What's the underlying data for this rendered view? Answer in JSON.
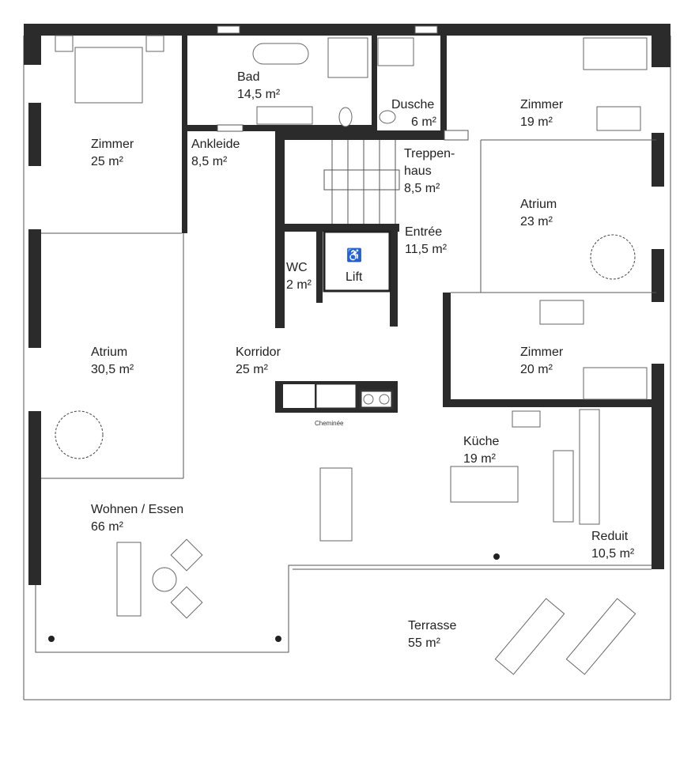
{
  "rooms": {
    "bad": {
      "name": "Bad",
      "area": "14,5 m²"
    },
    "dusche": {
      "name": "Dusche",
      "area": "6 m²"
    },
    "zimmer_19": {
      "name": "Zimmer",
      "area": "19 m²"
    },
    "zimmer_25": {
      "name": "Zimmer",
      "area": "25 m²"
    },
    "ankleide": {
      "name": "Ankleide",
      "area": "8,5 m²"
    },
    "treppenhaus": {
      "name1": "Treppen-",
      "name2": "haus",
      "area": "8,5 m²"
    },
    "atrium_23": {
      "name": "Atrium",
      "area": "23 m²"
    },
    "entree": {
      "name": "Entrée",
      "area": "11,5 m²"
    },
    "wc": {
      "name": "WC",
      "area": "2 m²"
    },
    "lift": {
      "name": "Lift"
    },
    "atrium_30": {
      "name": "Atrium",
      "area": "30,5 m²"
    },
    "korridor": {
      "name": "Korridor",
      "area": "25 m²"
    },
    "zimmer_20": {
      "name": "Zimmer",
      "area": "20 m²"
    },
    "kueche": {
      "name": "Küche",
      "area": "19 m²"
    },
    "wohnen": {
      "name": "Wohnen / Essen",
      "area": "66 m²"
    },
    "reduit": {
      "name": "Reduit",
      "area": "10,5 m²"
    },
    "terrasse": {
      "name": "Terrasse",
      "area": "55 m²"
    }
  },
  "fixtures": {
    "cheminee": "Cheminée"
  },
  "icons": {
    "lift": "wheelchair-icon",
    "tree": "tree-icon"
  },
  "colors": {
    "wall": "#2b2b2b",
    "line": "#555555"
  }
}
